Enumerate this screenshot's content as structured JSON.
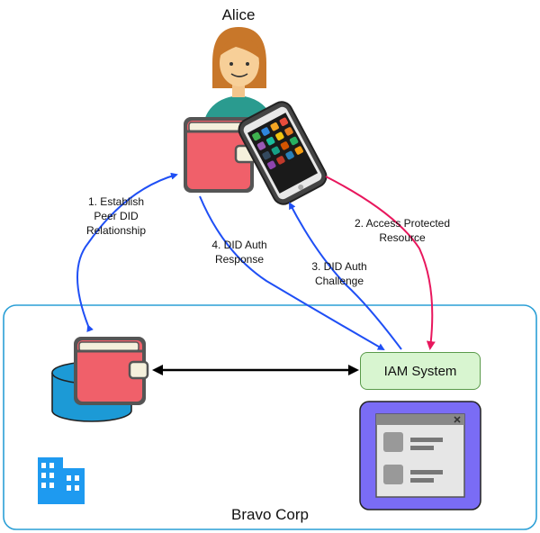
{
  "diagram": {
    "actor": {
      "name": "Alice"
    },
    "organization": {
      "name": "Bravo Corp"
    },
    "system": {
      "name": "IAM System"
    },
    "edges": [
      {
        "label": "1. Establish\nPeer DID\nRelationship",
        "color": "#1f4ff5"
      },
      {
        "label": "2. Access Protected\nResource",
        "color": "#e8175d"
      },
      {
        "label": "3. DID Auth\nChallenge",
        "color": "#1f4ff5"
      },
      {
        "label": "4. DID Auth\nResponse",
        "color": "#1f4ff5"
      }
    ],
    "icons": [
      "person-icon",
      "wallet-icon",
      "smartphone-icon",
      "database-icon",
      "building-icon",
      "web-app-icon"
    ]
  }
}
